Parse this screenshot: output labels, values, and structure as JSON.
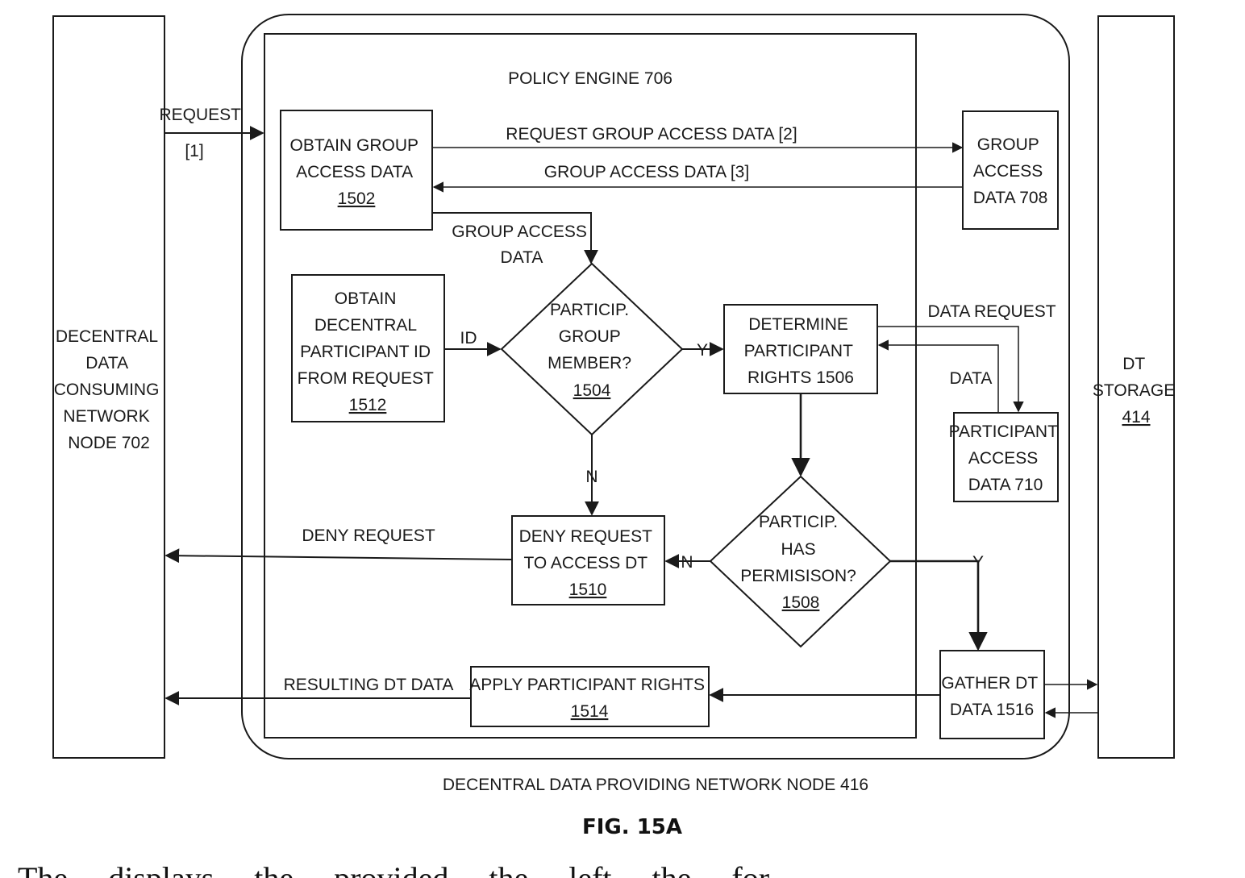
{
  "nodes": {
    "consumer": [
      "DECENTRAL",
      "DATA",
      "CONSUMING",
      "NETWORK",
      "NODE 702"
    ],
    "dt_storage": [
      "DT",
      "STORAGE",
      "414"
    ],
    "policy_engine": "POLICY ENGINE 706",
    "providing_node": "DECENTRAL DATA PROVIDING NETWORK NODE 416",
    "obtain_group": [
      "OBTAIN GROUP",
      "ACCESS DATA",
      "1502"
    ],
    "group_access_data": [
      "GROUP",
      "ACCESS",
      "DATA 708"
    ],
    "obtain_id": [
      "OBTAIN",
      "DECENTRAL",
      "PARTICIPANT ID",
      "FROM REQUEST",
      "1512"
    ],
    "decision_member": [
      "PARTICIP.",
      "GROUP",
      "MEMBER?",
      "1504"
    ],
    "determine_rights": [
      "DETERMINE",
      "PARTICIPANT",
      "RIGHTS 1506"
    ],
    "participant_access_data": [
      "PARTICIPANT",
      "ACCESS",
      "DATA 710"
    ],
    "decision_permission": [
      "PARTICIP.",
      "HAS",
      "PERMISISON?",
      "1508"
    ],
    "deny": [
      "DENY REQUEST",
      "TO ACCESS DT",
      "1510"
    ],
    "apply_rights": [
      "APPLY PARTICIPANT RIGHTS",
      "1514"
    ],
    "gather": [
      "GATHER DT",
      "DATA 1516"
    ]
  },
  "edges": {
    "request": [
      "REQUEST",
      "[1]"
    ],
    "request_group": "REQUEST GROUP ACCESS DATA [2]",
    "group_return": "GROUP ACCESS DATA [3]",
    "group_to_decision": [
      "GROUP ACCESS",
      "DATA"
    ],
    "id": "ID",
    "yes": "Y",
    "no": "N",
    "data_request": "DATA REQUEST",
    "data": "DATA",
    "deny_request": "DENY REQUEST",
    "resulting": "RESULTING DT DATA"
  },
  "figure_label": "FIG. 15A",
  "body_text": "The ... displays ... the ... provided ... the ... left ... the ... for"
}
